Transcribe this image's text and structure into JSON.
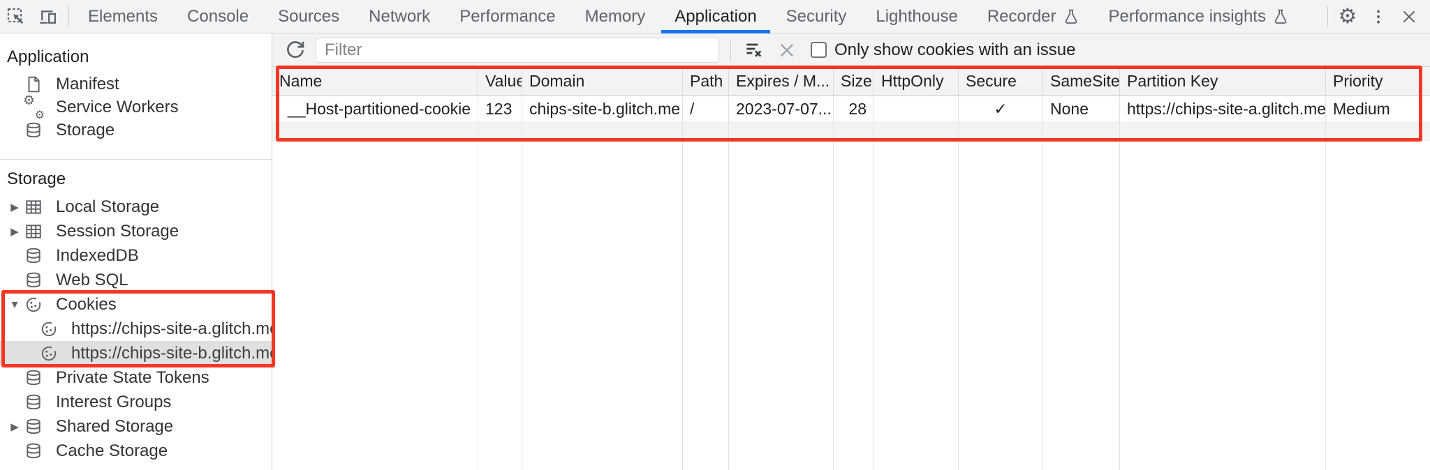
{
  "tabbar": {
    "tabs": [
      {
        "label": "Elements"
      },
      {
        "label": "Console"
      },
      {
        "label": "Sources"
      },
      {
        "label": "Network"
      },
      {
        "label": "Performance"
      },
      {
        "label": "Memory"
      },
      {
        "label": "Application",
        "selected": true
      },
      {
        "label": "Security"
      },
      {
        "label": "Lighthouse"
      },
      {
        "label": "Recorder",
        "experimental": true
      },
      {
        "label": "Performance insights",
        "experimental": true
      }
    ],
    "selected_tab": "Application",
    "underline_color": "#1a73e8"
  },
  "icons": {
    "inspect": "inspect-element cursor in dashed box",
    "device_toolbar": "laptop with phone",
    "settings": "gear ⚙",
    "more": "kebab ⋮",
    "close": "✕",
    "refresh": "circular arrow",
    "clear_filter": "filter lines with x",
    "delete": "✕ (disabled)",
    "flask": "experiment beaker",
    "tree_collapsed": "▶",
    "tree_expanded": "▼",
    "cookie": "cookie circle with bite and crumbs",
    "database": "stacked cylinder",
    "table_grid": "grid table",
    "document": "page with folded corner",
    "service_workers": "two gears"
  },
  "sidebar": {
    "application_section": {
      "title": "Application",
      "items": [
        {
          "label": "Manifest"
        },
        {
          "label": "Service Workers"
        },
        {
          "label": "Storage"
        }
      ]
    },
    "storage_section": {
      "title": "Storage",
      "items": [
        {
          "label": "Local Storage",
          "expandable": true
        },
        {
          "label": "Session Storage",
          "expandable": true
        },
        {
          "label": "IndexedDB"
        },
        {
          "label": "Web SQL"
        },
        {
          "label": "Cookies",
          "expanded": true
        },
        {
          "label": "https://chips-site-a.glitch.me",
          "child": true
        },
        {
          "label": "https://chips-site-b.glitch.me",
          "child": true,
          "selected": true
        },
        {
          "label": "Private State Tokens"
        },
        {
          "label": "Interest Groups"
        },
        {
          "label": "Shared Storage",
          "expandable": true
        },
        {
          "label": "Cache Storage"
        }
      ]
    }
  },
  "toolbar": {
    "filter_placeholder": "Filter",
    "only_issue_label": "Only show cookies with an issue"
  },
  "cookies_table": {
    "columns": [
      "Name",
      "Value",
      "Domain",
      "Path",
      "Expires / M...",
      "Size",
      "HttpOnly",
      "Secure",
      "SameSite",
      "Partition Key",
      "Priority"
    ],
    "rows": [
      [
        "__Host-partitioned-cookie",
        "123",
        "chips-site-b.glitch.me",
        "/",
        "2023-07-07...",
        "28",
        "",
        "✓",
        "None",
        "https://chips-site-a.glitch.me",
        "Medium"
      ]
    ]
  },
  "annotations": {
    "highlight_color": "#f43624",
    "highlighted_regions": [
      "cookies-tree",
      "cookie-table"
    ]
  }
}
